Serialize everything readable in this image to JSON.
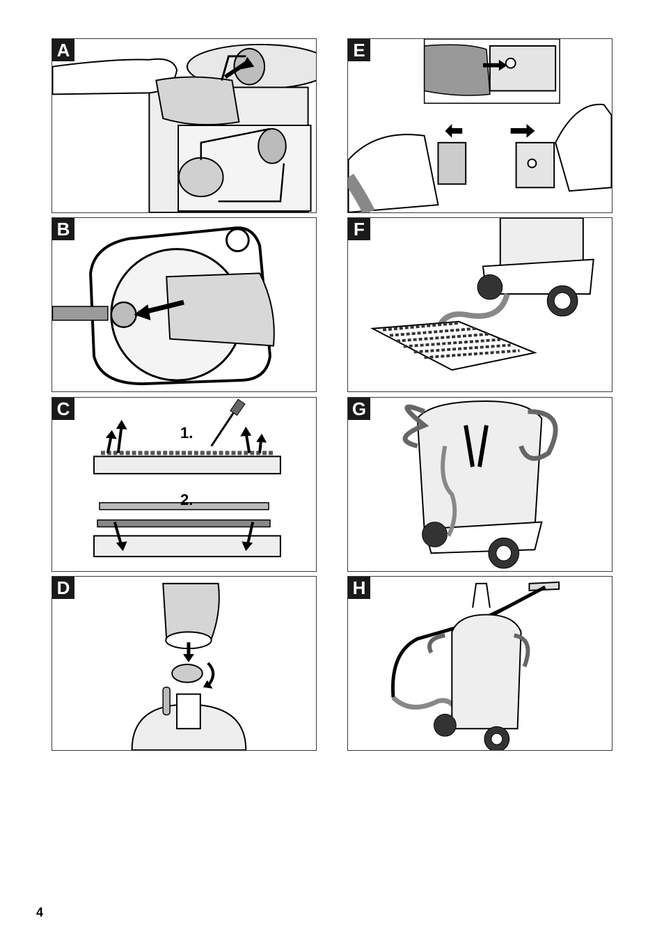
{
  "panels": {
    "a": {
      "letter": "A"
    },
    "b": {
      "letter": "B"
    },
    "c": {
      "letter": "C",
      "step1": "1.",
      "step2": "2."
    },
    "d": {
      "letter": "D"
    },
    "e": {
      "letter": "E"
    },
    "f": {
      "letter": "F"
    },
    "g": {
      "letter": "G"
    },
    "h": {
      "letter": "H"
    }
  },
  "page_number": "4"
}
